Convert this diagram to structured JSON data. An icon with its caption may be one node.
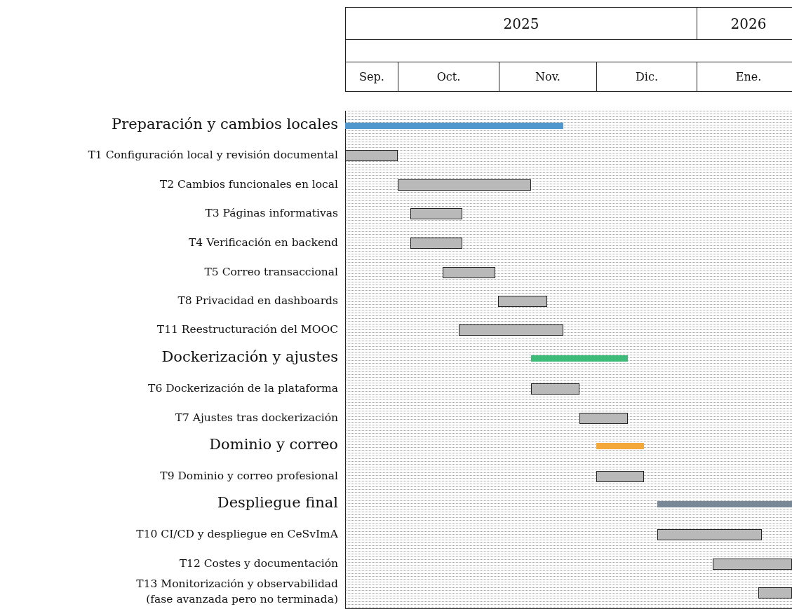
{
  "diagram": {
    "nodes": [
      {
        "text": [],
        "shape": "bar"
      },
      {
        "text": [],
        "shape": "box"
      },
      {
        "text": [],
        "shape": "box"
      },
      {
        "text": [],
        "shape": "box"
      },
      {
        "text": [],
        "shape": "box"
      },
      {
        "text": [],
        "shape": "box"
      },
      {
        "text": [],
        "shape": "box"
      },
      {
        "text": [],
        "shape": "box"
      },
      {
        "text": [],
        "shape": "bar"
      },
      {
        "text": [],
        "shape": "box"
      },
      {
        "text": [],
        "shape": "box"
      },
      {
        "text": [],
        "shape": "bar"
      },
      {
        "text": [],
        "shape": "box"
      },
      {
        "text": [],
        "shape": "bar"
      },
      {
        "text": [],
        "shape": "box"
      },
      {
        "text": [],
        "shape": "box"
      },
      {
        "text": [],
        "shape": "box"
      }
    ],
    "labels": [
      "2025",
      "2026",
      "Sep.",
      "Oct.",
      "Nov.",
      "Dic.",
      "Ene.",
      "Preparación y cambios locales",
      "T1 Configuración local y revisión documental",
      "T2 Cambios funcionales en local",
      "T3 Páginas informativas",
      "T4 Verificación en backend",
      "T5 Correo transaccional",
      "T8 Privacidad en dashboards",
      "T11 Reestructuración del MOOC",
      "Dockerización y ajustes",
      "T6 Dockerización de la plataforma",
      "T7 Ajustes tras dockerización",
      "Dominio y correo",
      "T9 Dominio y correo profesional",
      "Despliegue final",
      "T10 CI/CD y despliegue en CeSvImA",
      "T12 Costes y documentación",
      "T13 Monitorización y observabilidad (fase avanzada pero no terminada)"
    ]
  }
}
